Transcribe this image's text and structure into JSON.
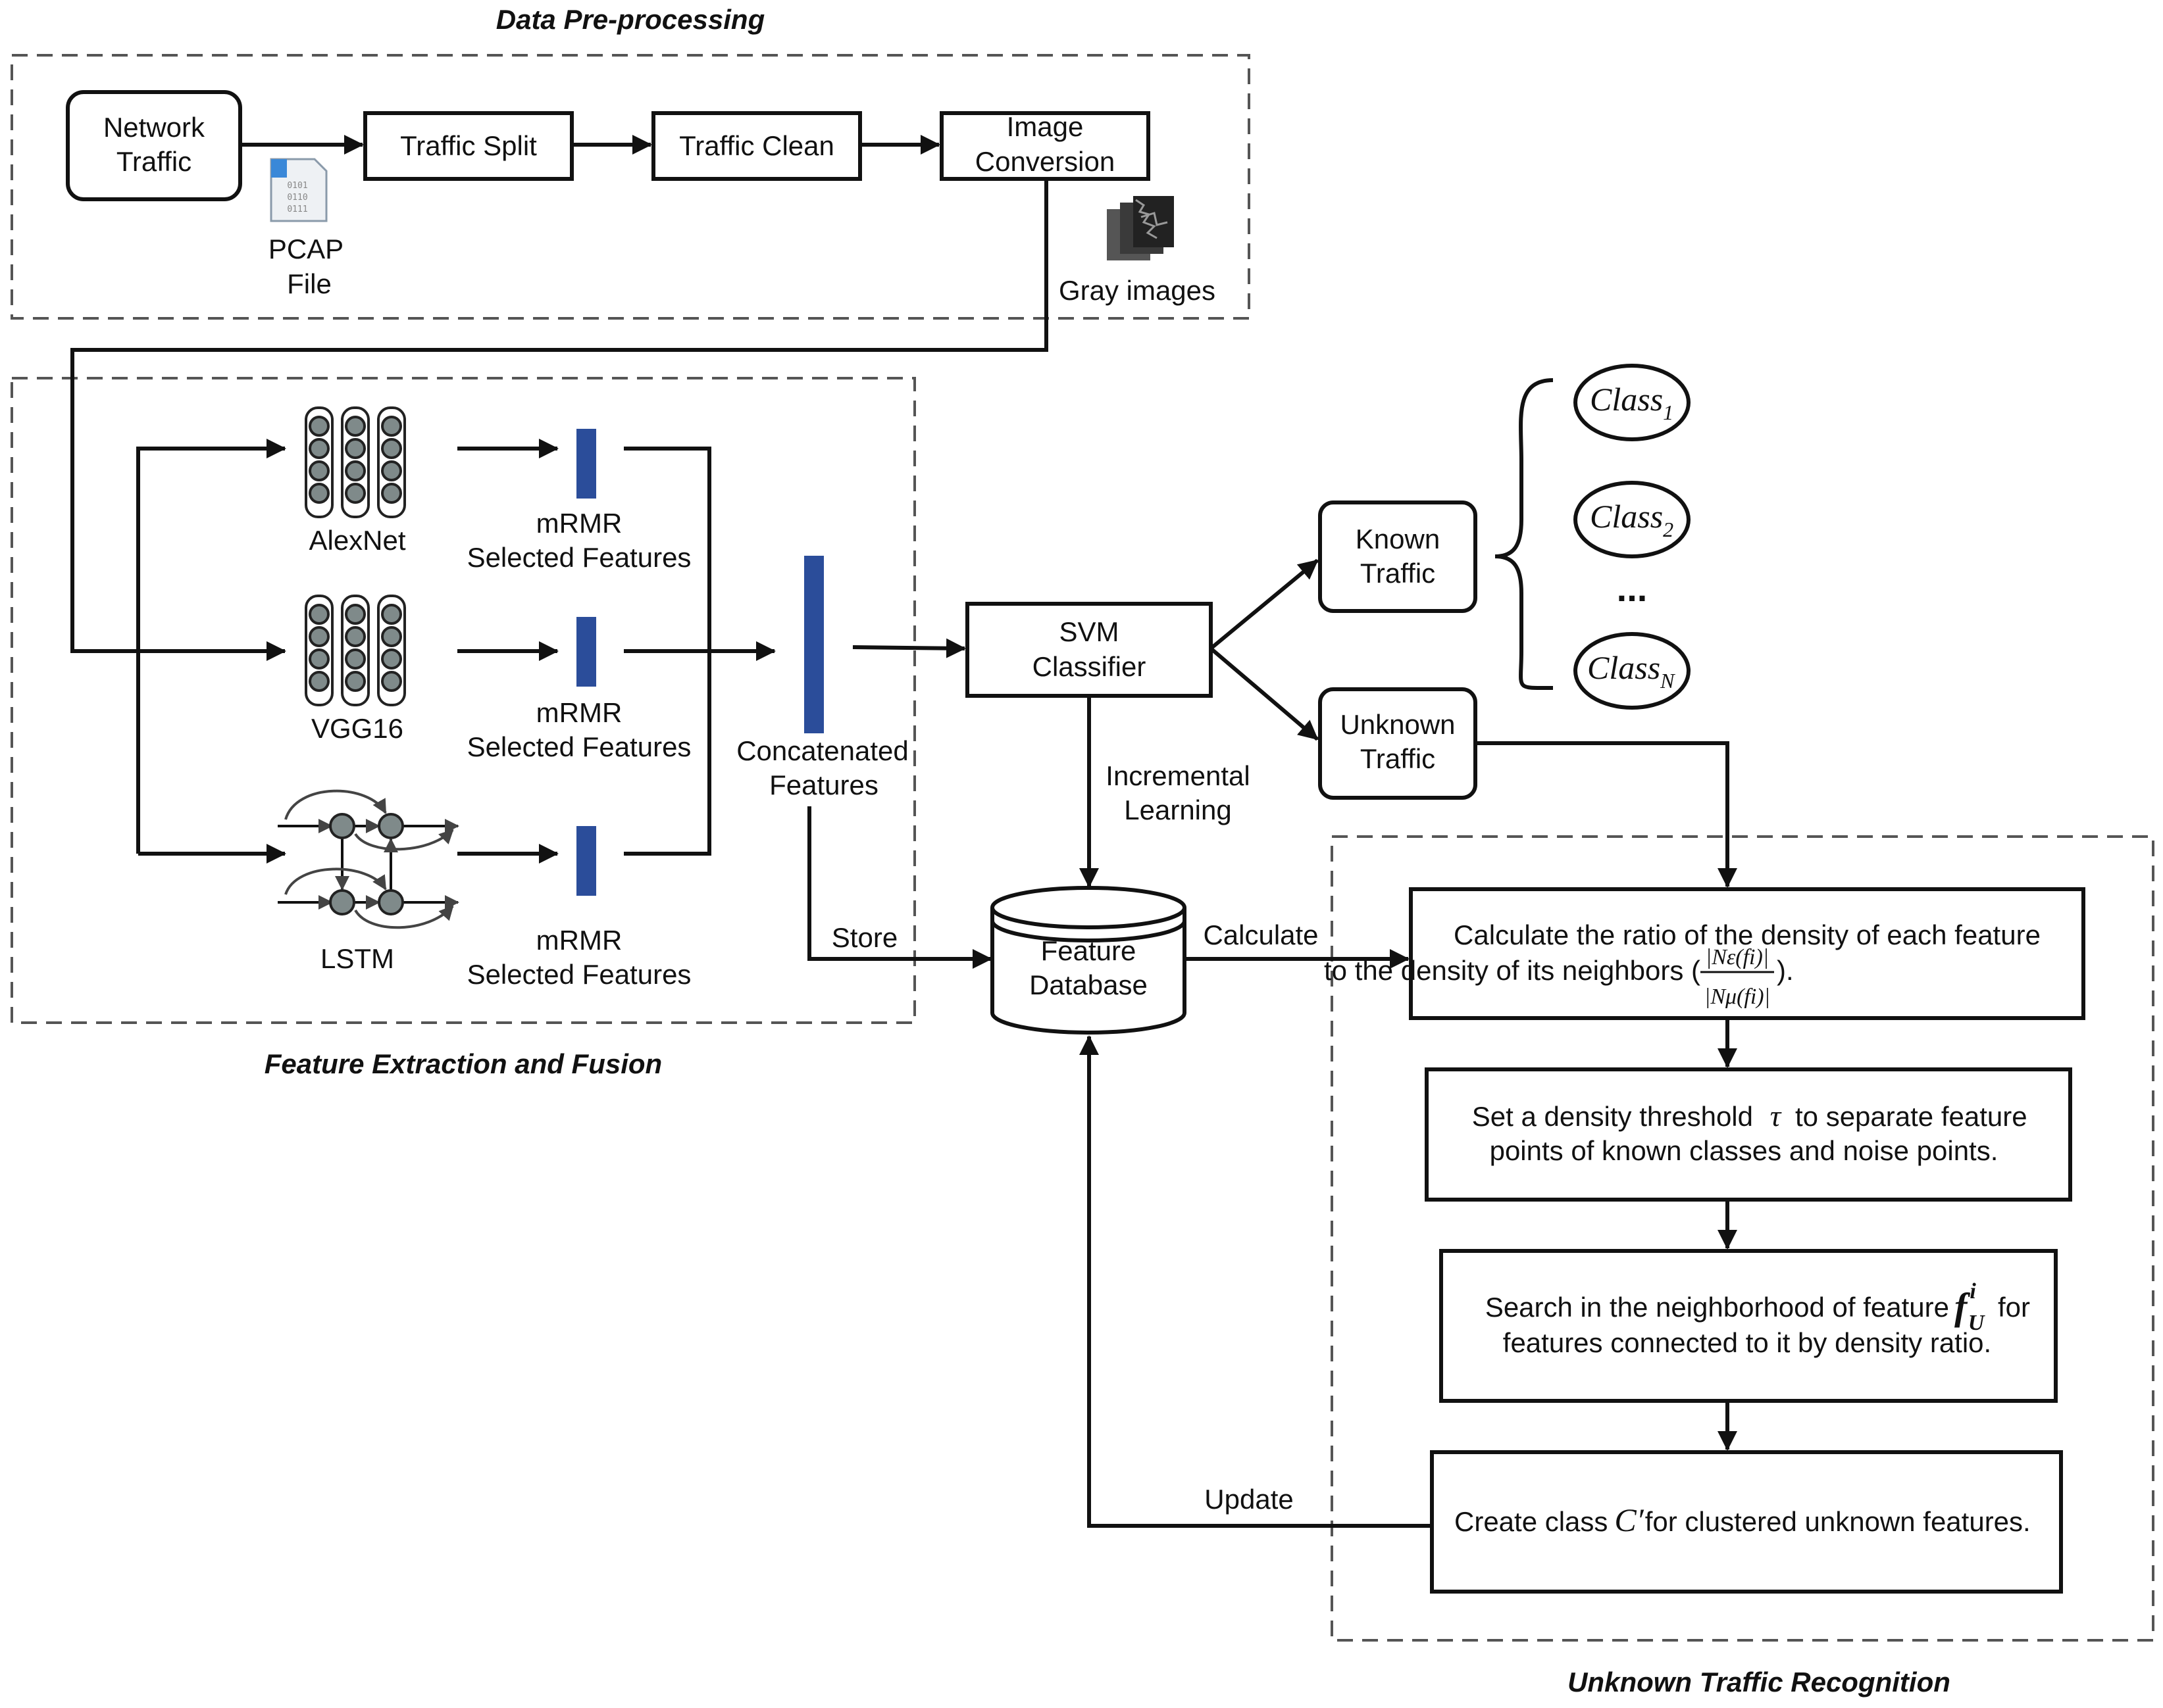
{
  "sections": {
    "preprocessing": "Data Pre-processing",
    "extraction": "Feature Extraction and Fusion",
    "recognition": "Unknown Traffic Recognition"
  },
  "preprocessing": {
    "network_traffic": [
      "Network",
      "Traffic"
    ],
    "pcap_file": [
      "PCAP",
      "File"
    ],
    "traffic_split": "Traffic Split",
    "traffic_clean": "Traffic Clean",
    "image_conversion": [
      "Image",
      "Conversion"
    ],
    "gray_images": "Gray images"
  },
  "extraction": {
    "models": [
      "AlexNet",
      "VGG16",
      "LSTM"
    ],
    "mrmr": [
      "mRMR",
      "Selected Features"
    ],
    "concatenated": [
      "Concatenated",
      "Features"
    ]
  },
  "classification": {
    "svm": [
      "SVM",
      "Classifier"
    ],
    "known": [
      "Known",
      "Traffic"
    ],
    "unknown": [
      "Unknown",
      "Traffic"
    ],
    "class_word": "Class",
    "class_subscripts": [
      "1",
      "2",
      "N"
    ],
    "ellipsis": "..."
  },
  "database": {
    "label": [
      "Feature",
      "Database"
    ],
    "incremental": [
      "Incremental",
      "Learning"
    ],
    "store": "Store",
    "calculate": "Calculate",
    "update": "Update"
  },
  "recognition": {
    "step1": [
      "Calculate the ratio of the density of each feature",
      "to the density of its neighbors ("
    ],
    "step1_fraction": {
      "numerator": "|Nε(fi)|",
      "denominator": "|Nμ(fi)|"
    },
    "step1_end": ").",
    "step2": [
      "Set a density threshold",
      "to separate feature",
      "points of known classes and noise points."
    ],
    "step2_symbol": "τ",
    "step3": [
      "Search in the neighborhood of feature",
      "for",
      "features connected to it by density ratio."
    ],
    "step3_symbol": {
      "base": "f",
      "sup": "i",
      "sub": "U"
    },
    "step4": [
      "Create class",
      "for clustered unknown features."
    ],
    "step4_symbol": "C′"
  }
}
